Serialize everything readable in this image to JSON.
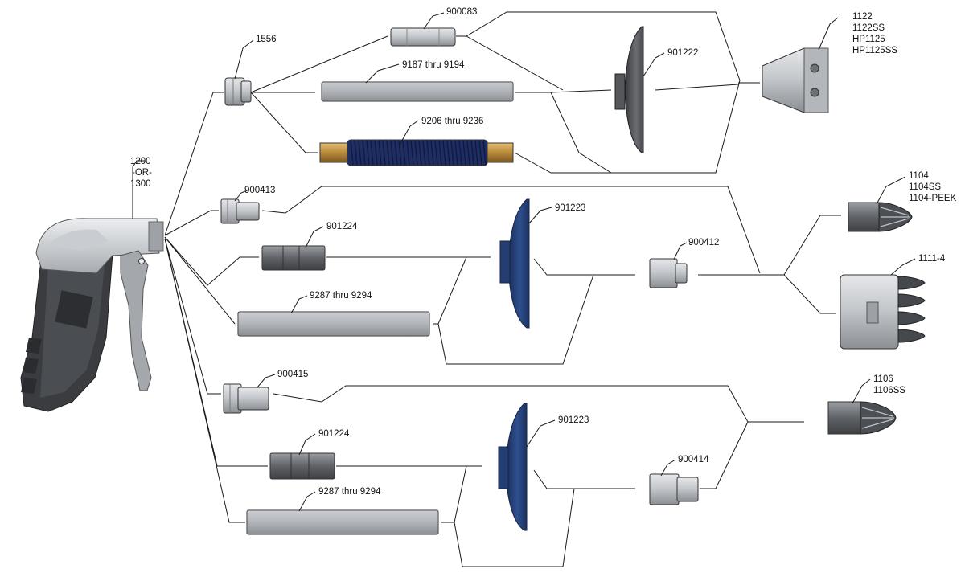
{
  "labels": {
    "gun": [
      "1200",
      "-OR-",
      "1300"
    ],
    "adapter_1556": "1556",
    "tube_900083": "900083",
    "extension_9187": "9187 thru 9194",
    "flex_9206": "9206 thru 9236",
    "shield_901222": "901222",
    "nozzle_1122": [
      "1122",
      "1122SS",
      "HP1125",
      "HP1125SS"
    ],
    "adapter_900413": "900413",
    "coupler_901224_a": "901224",
    "extension_9287_a": "9287 thru 9294",
    "shield_901223_a": "901223",
    "adapter_900412": "900412",
    "nozzle_1104": [
      "1104",
      "1104SS",
      "1104-PEEK"
    ],
    "nozzle_1111": "1111-4",
    "adapter_900415": "900415",
    "coupler_901224_b": "901224",
    "extension_9287_b": "9287 thru 9294",
    "shield_901223_b": "901223",
    "adapter_900414": "900414",
    "nozzle_1106": [
      "1106",
      "1106SS"
    ]
  },
  "colors": {
    "gray_part": "#b9bcc0",
    "dark_part": "#5c5f63",
    "blue_part": "#2b4a86",
    "brass": "#b98a3c",
    "line": "#1a1a1a"
  }
}
